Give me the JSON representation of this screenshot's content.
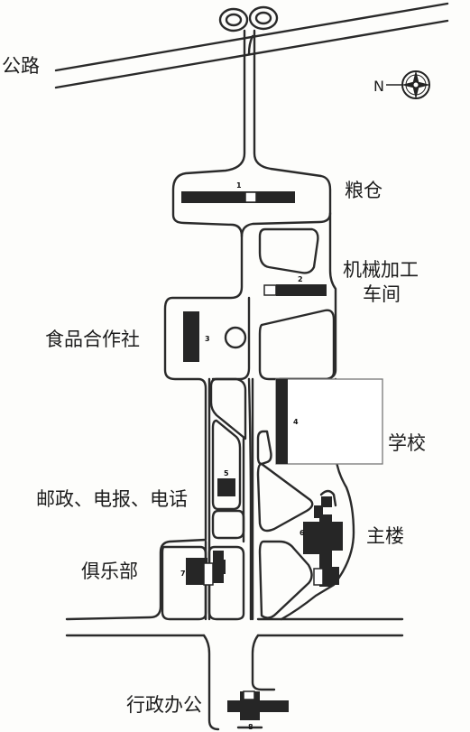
{
  "labels": {
    "highway": "公路",
    "granary": "粮仓",
    "machining_workshop_line1": "机械加工",
    "machining_workshop_line2": "车间",
    "food_coop": "食品合作社",
    "school": "学校",
    "post_telecom": "邮政、电报、电话",
    "main_building": "主楼",
    "club": "俱乐部",
    "administration": "行政办公"
  },
  "building_numbers": {
    "b1": "1",
    "b2": "2",
    "b3": "3",
    "b4": "4",
    "b5": "5",
    "b6": "6",
    "b7": "7",
    "b8": "8"
  },
  "compass": {
    "letter": "N"
  },
  "colors": {
    "ink": "#262626",
    "paper": "#fdfdfb"
  }
}
